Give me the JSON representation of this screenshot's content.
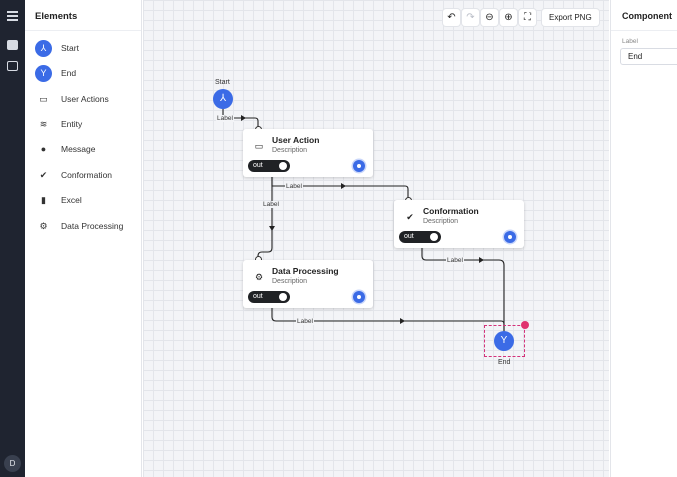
{
  "rail": {
    "avatar_initial": "D"
  },
  "elements_panel": {
    "title": "Elements",
    "items": [
      {
        "label": "Start",
        "icon": "merge-icon"
      },
      {
        "label": "End",
        "icon": "fork-icon"
      },
      {
        "label": "User Actions",
        "icon": "card-icon"
      },
      {
        "label": "Entity",
        "icon": "layers-icon"
      },
      {
        "label": "Message",
        "icon": "chat-icon"
      },
      {
        "label": "Conformation",
        "icon": "check-icon"
      },
      {
        "label": "Excel",
        "icon": "excel-icon"
      },
      {
        "label": "Data Processing",
        "icon": "gears-icon"
      }
    ]
  },
  "toolbar": {
    "export_label": "Export PNG"
  },
  "canvas": {
    "start_caption": "Start",
    "end_caption": "End",
    "nodes": {
      "user_action": {
        "title": "User Action",
        "description": "Description",
        "out_label": "out"
      },
      "conformation": {
        "title": "Conformation",
        "description": "Description",
        "out_label": "out"
      },
      "data_processing": {
        "title": "Data Processing",
        "description": "Description",
        "out_label": "out"
      }
    },
    "edge_labels": [
      "Label",
      "Label",
      "Label",
      "Label",
      "Label"
    ]
  },
  "component_panel": {
    "title": "Component",
    "field_label": "Label",
    "field_value": "End"
  },
  "colors": {
    "accent": "#3b6be6",
    "rail": "#1f2430",
    "selection": "#d4327a"
  }
}
